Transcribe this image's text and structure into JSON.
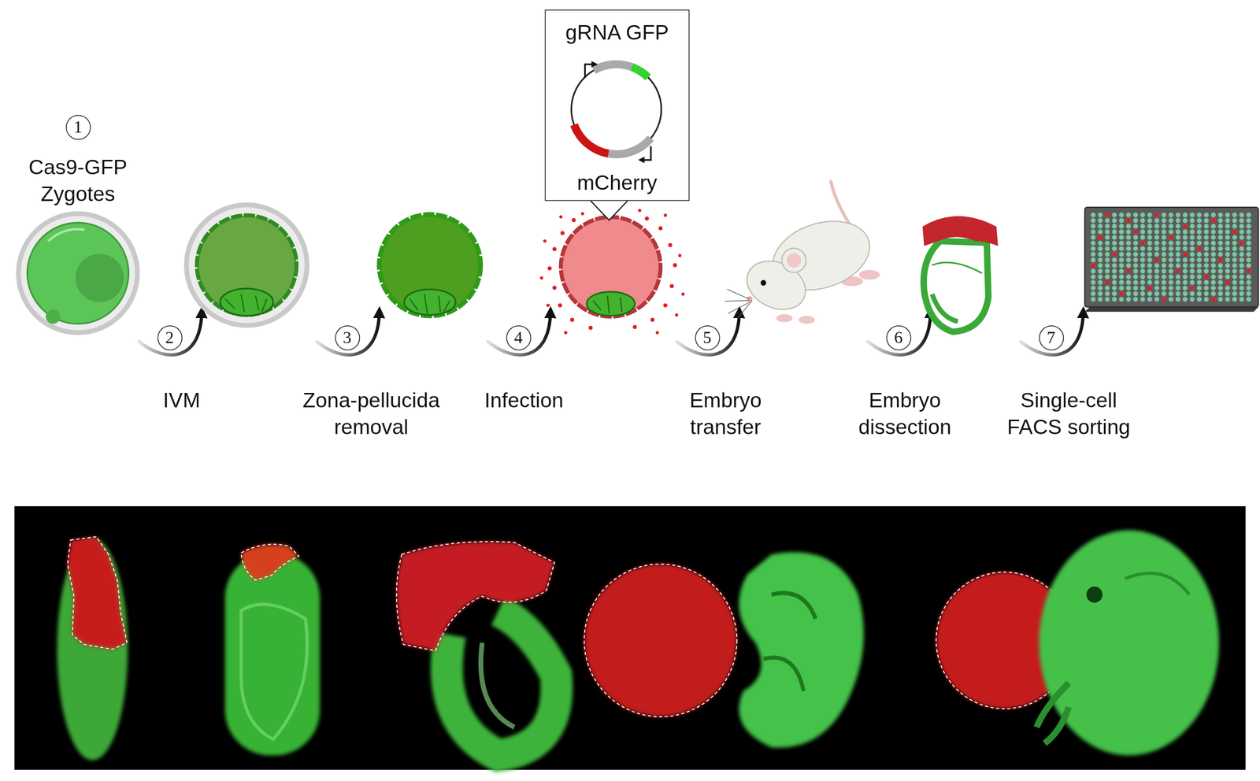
{
  "diagram": {
    "nodes": [
      {
        "text": [
          "1"
        ]
      },
      {
        "text": [
          "gRNA GFP",
          "mCherry"
        ]
      },
      {
        "text": [
          "2"
        ]
      },
      {
        "text": [
          "3"
        ]
      },
      {
        "text": [
          "4"
        ]
      },
      {
        "text": [
          "5"
        ]
      },
      {
        "text": [
          "6"
        ]
      },
      {
        "text": [
          "7"
        ]
      }
    ],
    "labels": [
      "Cas9-GFP Zygotes",
      "IVM",
      "Zona-pellucida removal",
      "Infection",
      "Embryo transfer",
      "Embryo dissection",
      "Single-cell FACS sorting"
    ]
  }
}
